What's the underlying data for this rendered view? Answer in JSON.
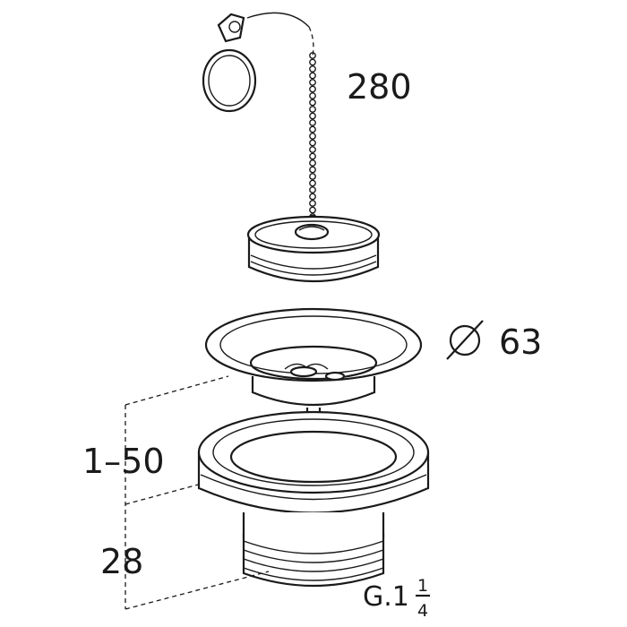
{
  "dimensions": {
    "chain_length": "280",
    "diameter_symbol": "⌀",
    "diameter_value": "63",
    "adjust_range": "1–50",
    "depth": "28",
    "thread_prefix": "G.1",
    "thread_num": "1",
    "thread_den": "4"
  },
  "colors": {
    "line": "#1a1a1a",
    "background": "#ffffff"
  }
}
